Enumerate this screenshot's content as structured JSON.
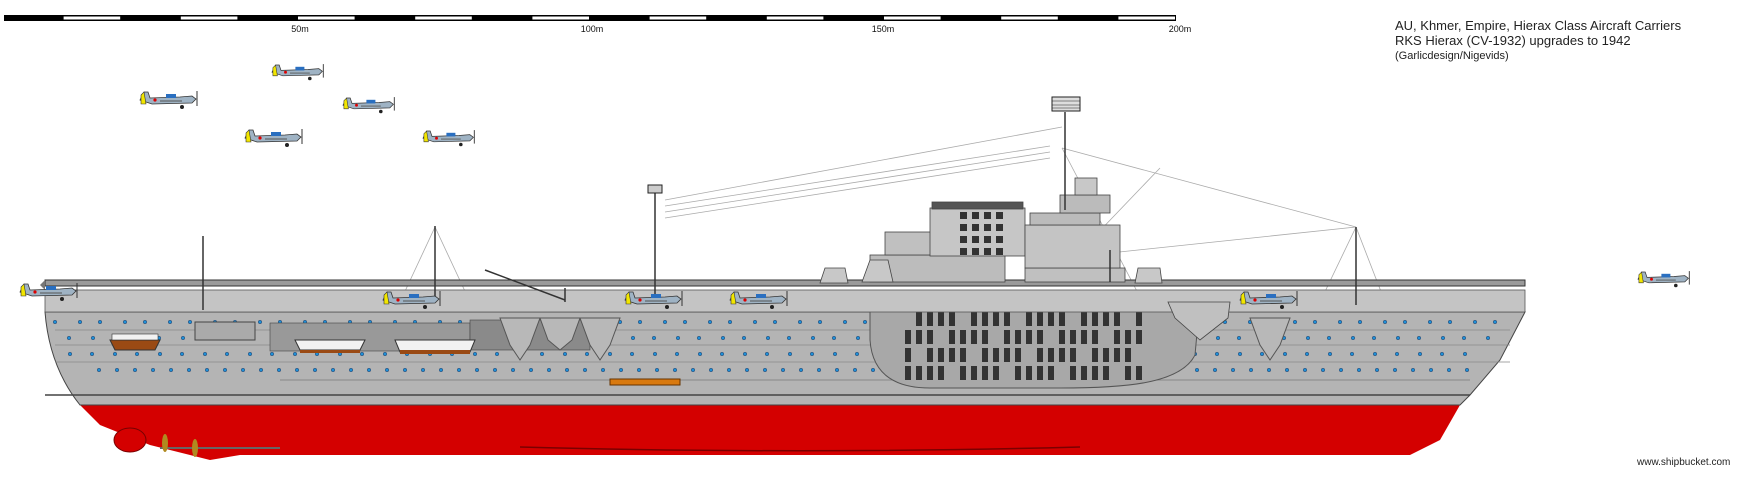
{
  "title": {
    "line1": "AU, Khmer, Empire, Hierax Class Aircraft Carriers",
    "line2": "RKS Hierax (CV-1932) upgrades to 1942",
    "line3": "(Garlicdesign/Nigevids)"
  },
  "scale_bar": {
    "labels": [
      "50m",
      "100m",
      "150m",
      "200m"
    ],
    "length_m": 200,
    "segment_m": 10
  },
  "credit": "www.shipbucket.com",
  "colors": {
    "hull": "#b4b4b4",
    "hull_dark": "#8c8c8c",
    "antifouling": "#d40000",
    "porthole": "#1e8fd6",
    "plane": "#9fb3c4",
    "plane_nose": "#f2e600",
    "boat": "#9a4a14"
  }
}
